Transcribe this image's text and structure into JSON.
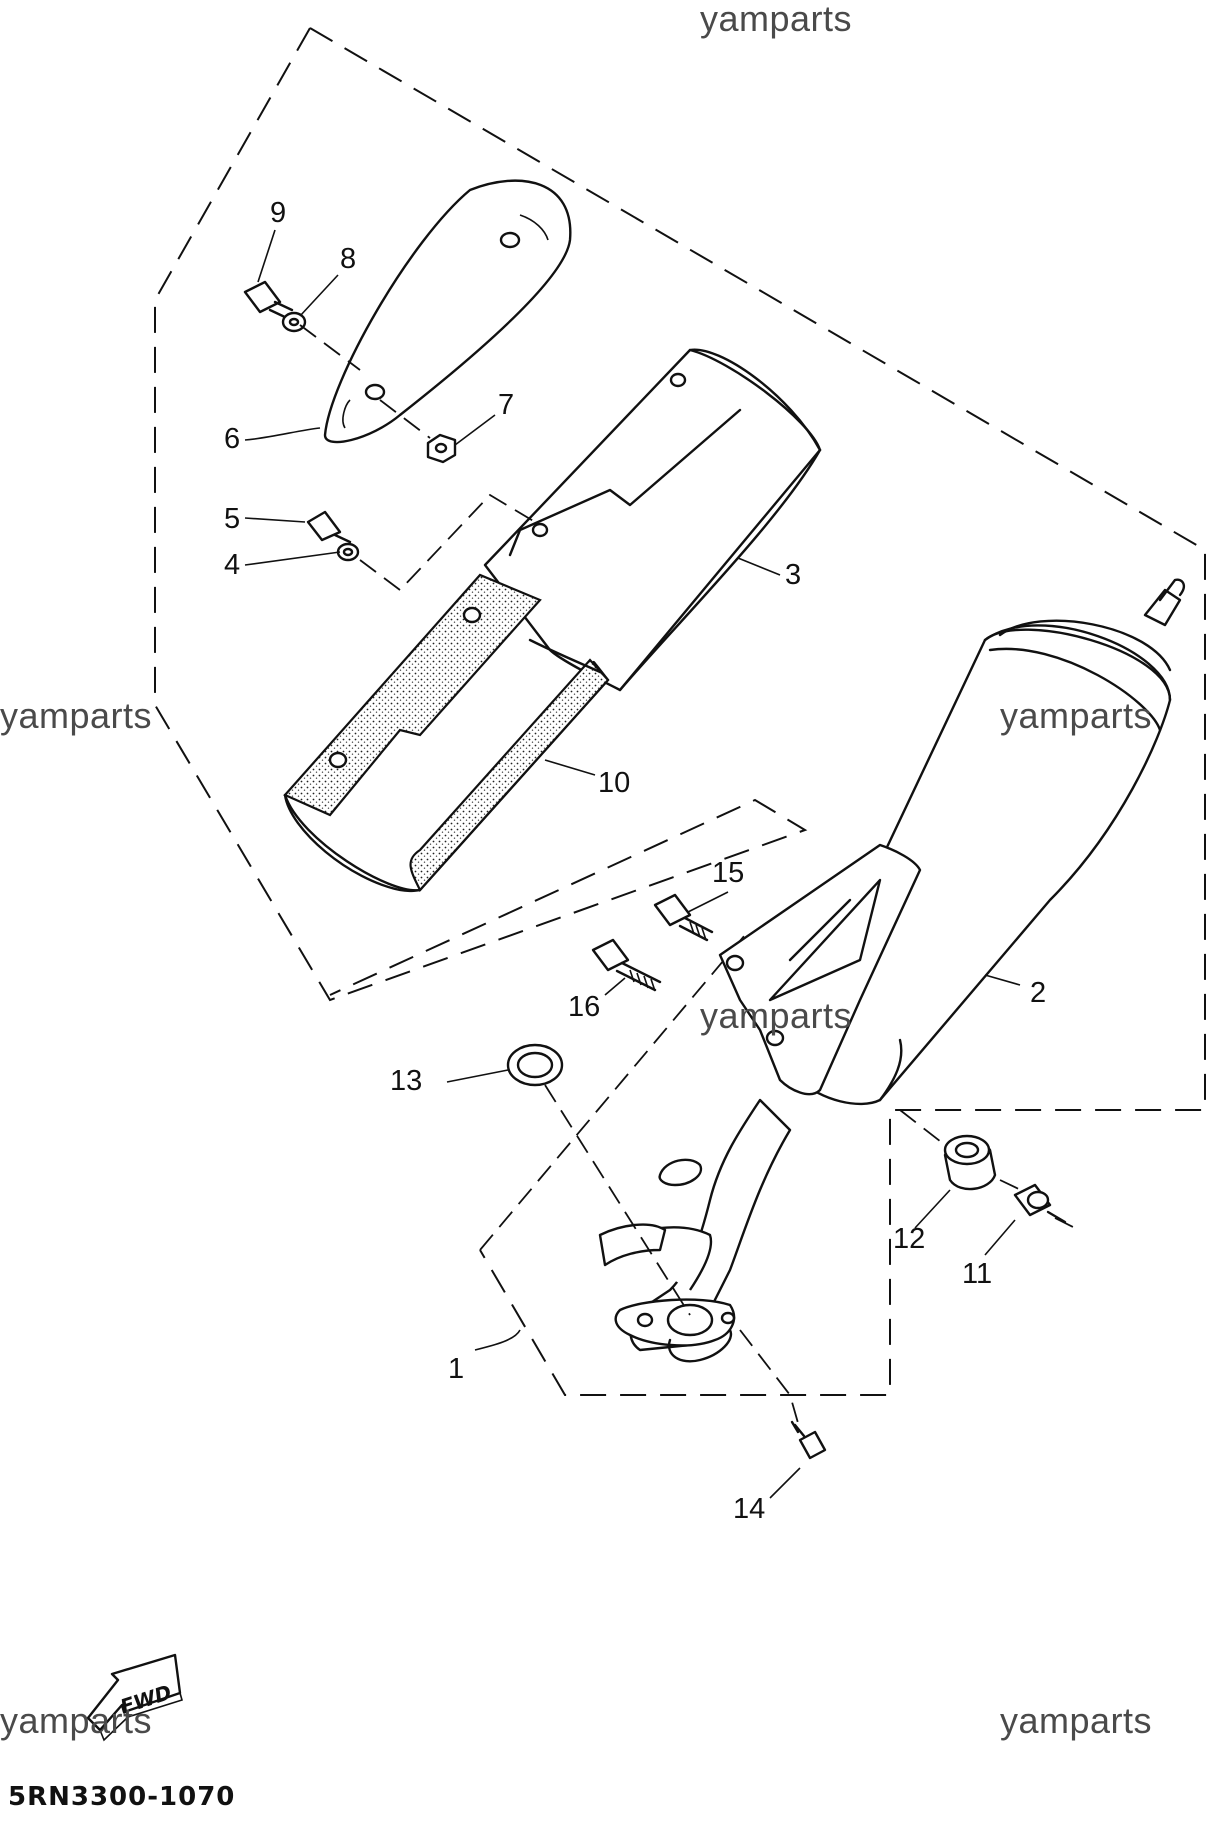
{
  "watermarks": [
    "yamparts",
    "yamparts",
    "yamparts",
    "yamparts",
    "yamparts",
    "yamparts"
  ],
  "diagram_code": "5RN3300-1070",
  "fwd_label": "FWD",
  "callouts": [
    "1",
    "2",
    "3",
    "4",
    "5",
    "6",
    "7",
    "8",
    "9",
    "10",
    "11",
    "12",
    "13",
    "14",
    "15",
    "16"
  ]
}
